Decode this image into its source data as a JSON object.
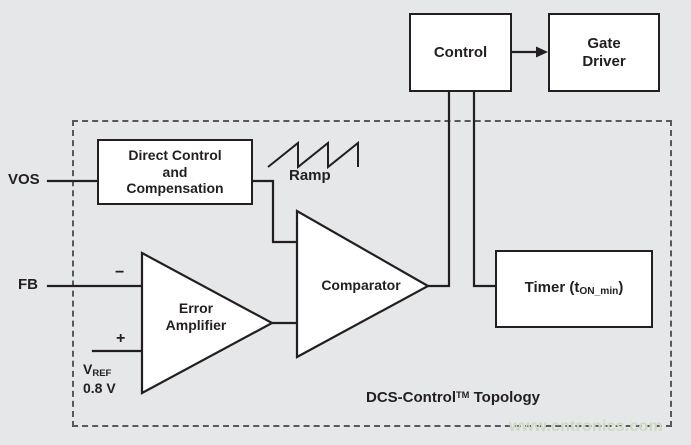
{
  "diagram": {
    "title": "DCS-Control Topology block diagram",
    "background_color": "#e6e7e8",
    "line_color": "#231f20",
    "block_fill": "#ffffff",
    "dashed_color": "#58595b"
  },
  "blocks": {
    "control": {
      "label": "Control"
    },
    "gate_driver": {
      "label_line1": "Gate",
      "label_line2": "Driver"
    },
    "direct_control": {
      "label_line1": "Direct Control",
      "label_line2": "and",
      "label_line3": "Compensation"
    },
    "timer": {
      "label_prefix": "Timer (t",
      "label_sub": "ON_min",
      "label_suffix": ")"
    },
    "error_amplifier": {
      "label_line1": "Error",
      "label_line2": "Amplifier"
    },
    "comparator": {
      "label": "Comparator"
    }
  },
  "pins": {
    "vos": "VOS",
    "fb": "FB",
    "minus": "−",
    "plus": "+",
    "vref_prefix": "V",
    "vref_sub": "REF",
    "vref_value": "0.8 V"
  },
  "annotations": {
    "ramp": "Ramp",
    "region_prefix": "DCS-Control",
    "region_sup": "TM",
    "region_suffix": " Topology"
  },
  "watermark": {
    "text": "www.cntronics.com",
    "color": "#cfd9c4"
  }
}
